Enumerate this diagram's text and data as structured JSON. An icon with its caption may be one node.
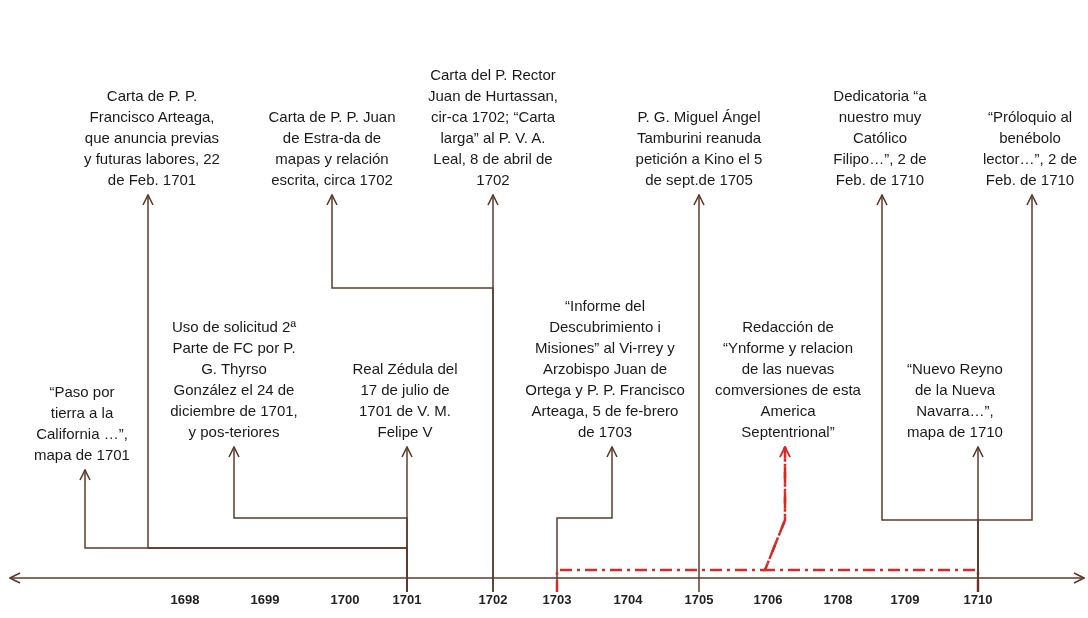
{
  "diagram": {
    "nodes": [
      {
        "text": [
          "Carta de P. P. Francisco Arteaga, que anuncia previas y futuras labores, 22 de Feb. 1701"
        ]
      },
      {
        "text": [
          "Carta de P. P. Juan de Estra-da de mapas y relación escrita, circa 1702"
        ]
      },
      {
        "text": [
          "Carta del P. Rector Juan de Hurtassan, cir-ca 1702; “Carta larga” al P. V. A. Leal, 8 de abril de 1702"
        ]
      },
      {
        "text": [
          "P. G. Miguel Ángel Tamburini reanuda petición a Kino el 5 de sept.de 1705"
        ]
      },
      {
        "text": [
          "Dedicatoria “a nuestro muy Católico Filipo…”, 2 de Feb. de 1710"
        ]
      },
      {
        "text": [
          "“Próloquio al benébolo lector…”, 2 de Feb. de 1710"
        ]
      },
      {
        "text": [
          "“Paso por tierra a la California …”, mapa de 1701"
        ]
      },
      {
        "text": [
          "Uso de solicitud 2ª Parte de FC por P. G. Thyrso González el 24 de diciembre de 1701, y pos-teriores"
        ]
      },
      {
        "text": [
          "Real Zédula del 17 de julio de 1701 de V. M. Felipe V"
        ]
      },
      {
        "text": [
          "“Informe del Descubrimiento i Misiones” al Vi-rrey y Arzobispo Juan de Ortega y P. P. Francisco Arteaga, 5 de fe-brero de 1703"
        ]
      },
      {
        "text": [
          "Redacción de “Ynforme y relacion de las nuevas comversiones de esta America Septentrional”"
        ]
      },
      {
        "text": [
          "“Nuevo Reyno de la Nueva Navarra…”, mapa de 1710"
        ]
      },
      {
        "text": [
          "1698"
        ]
      },
      {
        "text": [
          "1699"
        ]
      },
      {
        "text": [
          "1700"
        ]
      },
      {
        "text": [
          "1701"
        ]
      },
      {
        "text": [
          "1702"
        ]
      },
      {
        "text": [
          "1703"
        ]
      },
      {
        "text": [
          "1704"
        ]
      },
      {
        "text": [
          "1705"
        ]
      },
      {
        "text": [
          "1706"
        ]
      },
      {
        "text": [
          "1708"
        ]
      },
      {
        "text": [
          "1709"
        ]
      },
      {
        "text": [
          "1710"
        ]
      }
    ],
    "edges": [
      {
        "from": 15,
        "to": 6,
        "arrow": "to"
      },
      {
        "from": 15,
        "to": 0,
        "arrow": "to"
      },
      {
        "from": 15,
        "to": 7,
        "arrow": "to"
      },
      {
        "from": 15,
        "to": 8,
        "arrow": "to"
      },
      {
        "from": 16,
        "to": 2,
        "arrow": "to"
      },
      {
        "from": 16,
        "to": 1,
        "arrow": "to"
      },
      {
        "from": 17,
        "to": 9,
        "arrow": "to"
      },
      {
        "from": 19,
        "to": 3,
        "arrow": "to"
      },
      {
        "from": 17,
        "to": 10,
        "arrow": "to",
        "style": "dashed",
        "color": "#d42a2a"
      },
      {
        "from": 23,
        "to": 10,
        "arrow": "to",
        "style": "dashed",
        "color": "#d42a2a"
      },
      {
        "from": 23,
        "to": 11,
        "arrow": "to"
      },
      {
        "from": 23,
        "to": 4,
        "arrow": "to"
      },
      {
        "from": 23,
        "to": 5,
        "arrow": "to"
      }
    ]
  }
}
